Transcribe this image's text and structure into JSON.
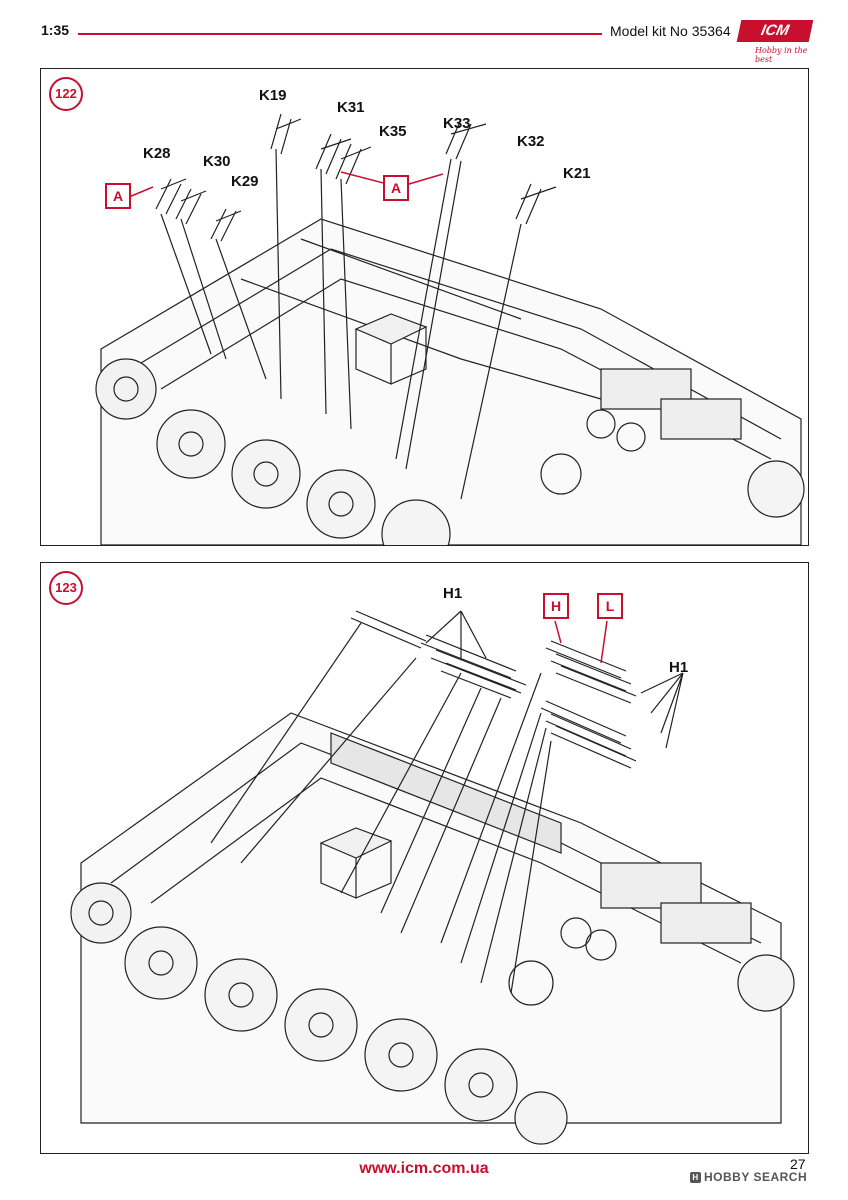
{
  "header": {
    "scale": "1:35",
    "model_kit": "Model kit No 35364",
    "logo_text": "ICM",
    "logo_tagline": "Hobby in the best"
  },
  "colors": {
    "accent": "#c8102e",
    "line": "#222222"
  },
  "step_122": {
    "number": "122",
    "parts": [
      "K19",
      "K31",
      "K35",
      "K33",
      "K32",
      "K21",
      "K28",
      "K30",
      "K29"
    ],
    "refs": [
      "A",
      "A"
    ]
  },
  "step_123": {
    "number": "123",
    "parts": [
      "H1",
      "H1"
    ],
    "refs": [
      "H",
      "L"
    ]
  },
  "footer": {
    "url": "www.icm.com.ua",
    "page_number": "27",
    "watermark": "HOBBY SEARCH",
    "watermark_icon": "H"
  }
}
